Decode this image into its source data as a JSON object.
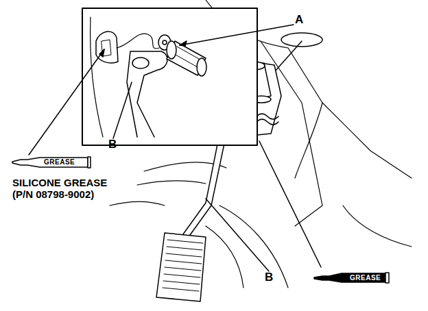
{
  "diagram": {
    "labels": [
      "A",
      "B",
      "B",
      "GREASE",
      "SILICONE GREASE (P/N 08798-9002)",
      "GREASE"
    ]
  }
}
